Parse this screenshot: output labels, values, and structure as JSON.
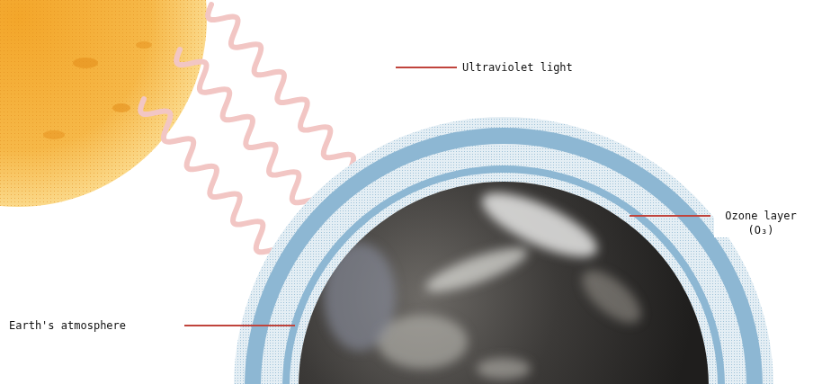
{
  "diagram": {
    "labels": [
      "Ultraviolet light",
      "Ozone layer (O₃)",
      "Earth's atmosphere"
    ]
  }
}
